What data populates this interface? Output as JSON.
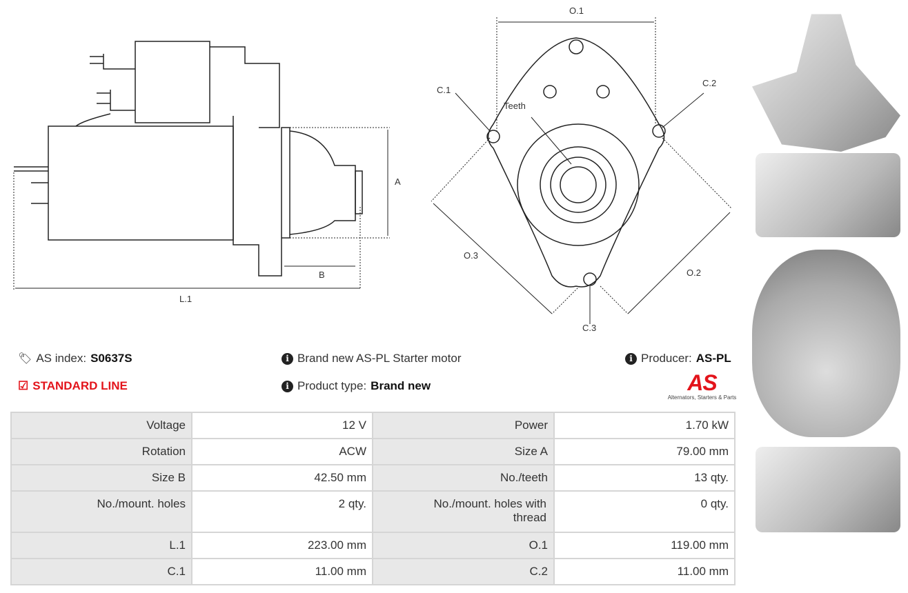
{
  "diagram": {
    "side_labels": {
      "a": "A",
      "b": "B",
      "l1": "L.1"
    },
    "front_labels": {
      "o1": "O.1",
      "o2": "O.2",
      "o3": "O.3",
      "c1": "C.1",
      "c2": "C.2",
      "c3": "C.3",
      "teeth": "Teeth"
    }
  },
  "info": {
    "as_index_label": "AS index:",
    "as_index_value": "S0637S",
    "line": "STANDARD LINE",
    "description": "Brand new AS-PL Starter motor",
    "product_type_label": "Product type:",
    "product_type_value": "Brand new",
    "producer_label": "Producer:",
    "producer_value": "AS-PL"
  },
  "logo": {
    "text": "AS",
    "tagline": "Alternators, Starters & Parts",
    "color": "#e3141b"
  },
  "specs": [
    [
      "Voltage",
      "12 V",
      "Power",
      "1.70 kW"
    ],
    [
      "Rotation",
      "ACW",
      "Size A",
      "79.00 mm"
    ],
    [
      "Size B",
      "42.50 mm",
      "No./teeth",
      "13 qty."
    ],
    [
      "No./mount. holes",
      "2 qty.",
      "No./mount. holes with thread",
      "0 qty."
    ],
    [
      "L.1",
      "223.00 mm",
      "O.1",
      "119.00 mm"
    ],
    [
      "C.1",
      "11.00 mm",
      "C.2",
      "11.00 mm"
    ]
  ]
}
